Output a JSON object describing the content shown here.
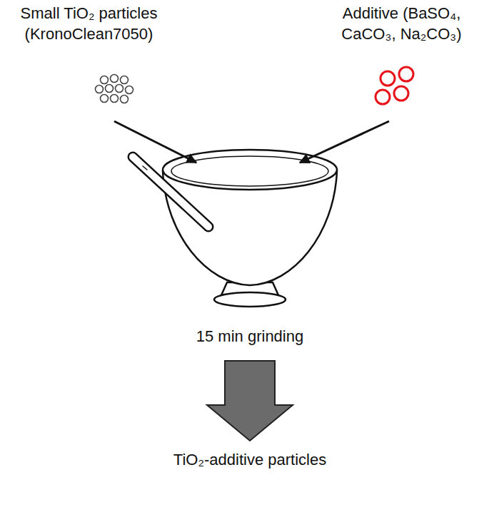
{
  "diagram": {
    "nodes": [
      {
        "text": [
          "Small TiO₂ particles (KronoClean7050)"
        ]
      },
      {
        "text": [
          "Additive (BaSO₄, CaCO₃, Na₂CO₃)"
        ]
      },
      {
        "text": [
          "15 min grinding"
        ]
      },
      {
        "text": [
          "TiO₂-additive particles"
        ]
      }
    ],
    "edges": [
      {
        "from": 0,
        "to": 2,
        "arrow": "to"
      },
      {
        "from": 1,
        "to": 2,
        "arrow": "to"
      },
      {
        "from": 2,
        "to": 3,
        "arrow": "to"
      }
    ]
  }
}
